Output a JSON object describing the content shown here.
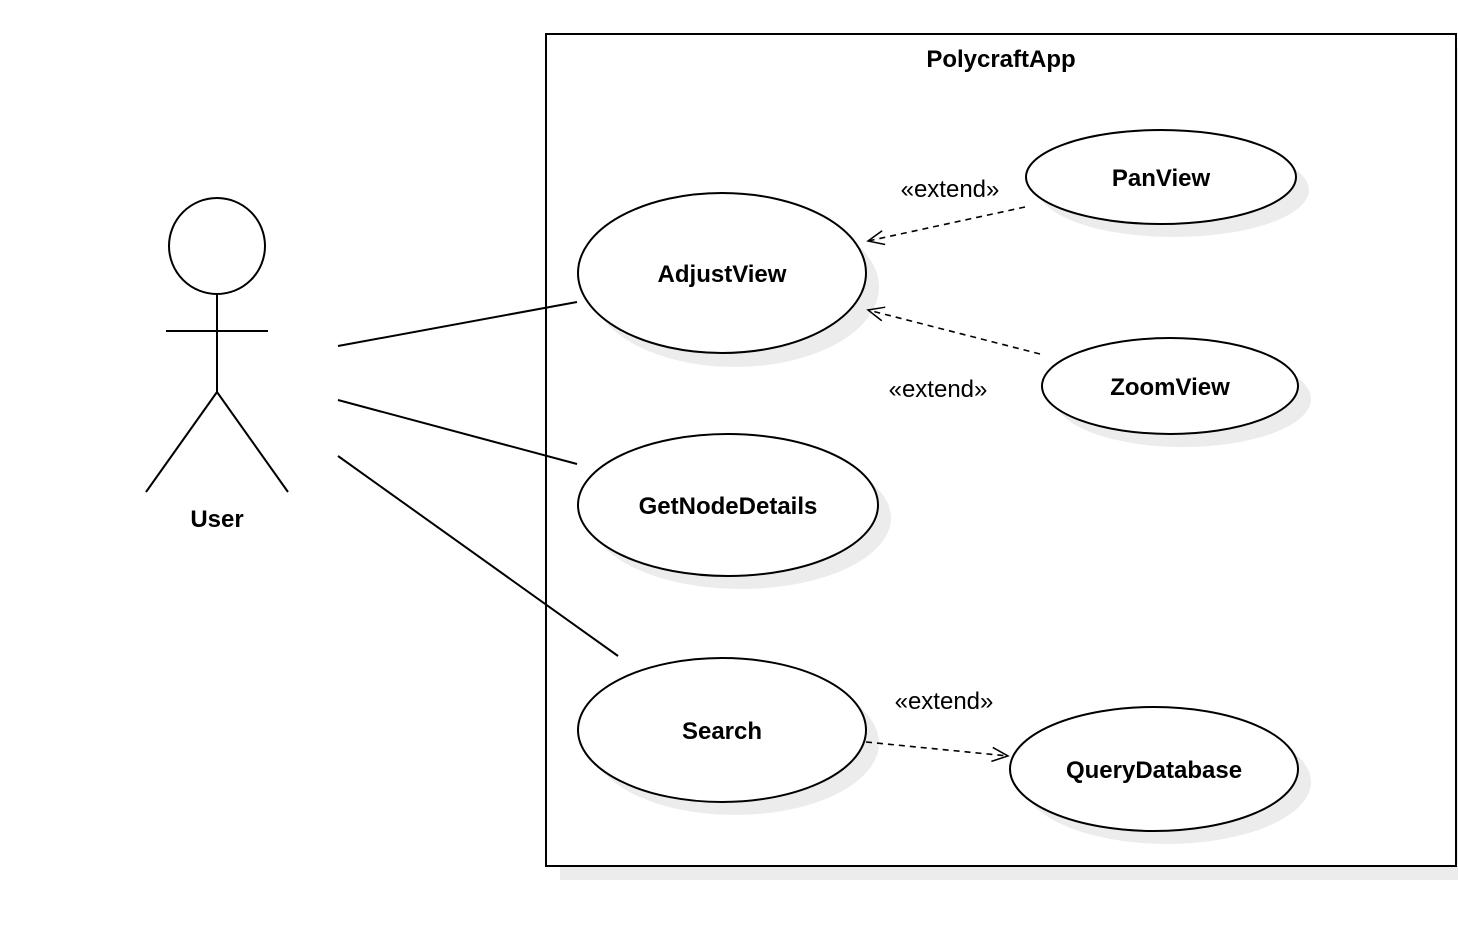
{
  "system": {
    "title": "PolycraftApp"
  },
  "actor": {
    "name": "User"
  },
  "use_cases": {
    "adjust_view": "AdjustView",
    "pan_view": "PanView",
    "zoom_view": "ZoomView",
    "get_node_details": "GetNodeDetails",
    "search": "Search",
    "query_database": "QueryDatabase"
  },
  "relationships": {
    "extend_pan": "«extend»",
    "extend_zoom": "«extend»",
    "extend_query": "«extend»"
  },
  "colors": {
    "stroke": "#000000",
    "shadow": "#e8e8e8",
    "fill": "#ffffff"
  }
}
